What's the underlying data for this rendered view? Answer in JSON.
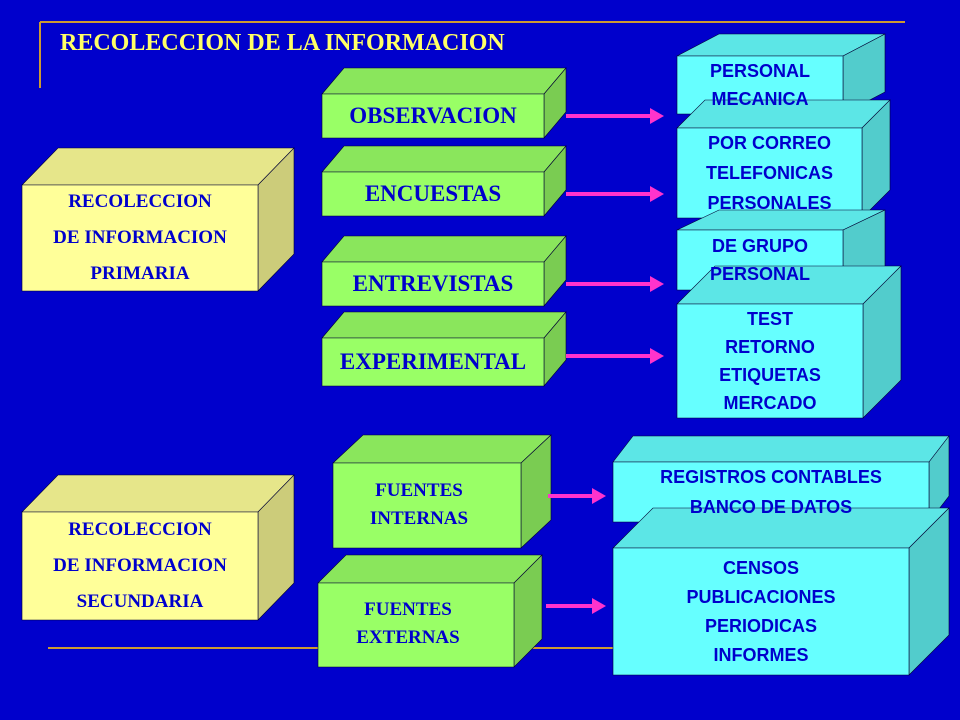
{
  "title": "RECOLECCION DE LA INFORMACION",
  "colors": {
    "background": "#0000cc",
    "title": "#ffff66",
    "yellow_box": "#ffff99",
    "green_box": "#99ff66",
    "cyan_box": "#66ffff",
    "arrow": "#ff33cc",
    "rule": "#cc9933",
    "text": "#0000cc"
  },
  "primary": {
    "lines": [
      "RECOLECCION",
      "DE INFORMACION",
      "PRIMARIA"
    ]
  },
  "secondary": {
    "lines": [
      "RECOLECCION",
      "DE INFORMACION",
      "SECUNDARIA"
    ]
  },
  "methods": [
    {
      "label": "OBSERVACION"
    },
    {
      "label": "ENCUESTAS"
    },
    {
      "label": "ENTREVISTAS"
    },
    {
      "label": "EXPERIMENTAL"
    }
  ],
  "sources": [
    {
      "lines": [
        "FUENTES",
        "INTERNAS"
      ]
    },
    {
      "lines": [
        "FUENTES",
        "EXTERNAS"
      ]
    }
  ],
  "method_types": [
    {
      "lines": [
        "PERSONAL",
        "MECANICA"
      ]
    },
    {
      "lines": [
        "POR CORREO",
        "TELEFONICAS",
        "PERSONALES"
      ]
    },
    {
      "lines": [
        "DE GRUPO",
        "PERSONAL"
      ]
    },
    {
      "lines": [
        "TEST",
        "RETORNO",
        "ETIQUETAS",
        "MERCADO"
      ]
    }
  ],
  "source_types": [
    {
      "lines": [
        "REGISTROS CONTABLES",
        "BANCO DE DATOS"
      ]
    },
    {
      "lines": [
        "CENSOS",
        "PUBLICACIONES",
        "PERIODICAS",
        "INFORMES"
      ]
    }
  ]
}
